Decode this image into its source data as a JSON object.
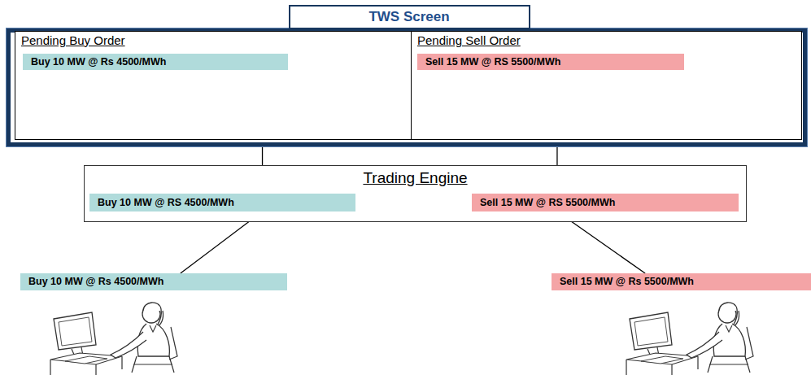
{
  "diagram": {
    "nodes": [
      {
        "text": [
          "TWS Screen"
        ]
      },
      {
        "text": [
          "Pending Buy Order"
        ],
        "in": 0
      },
      {
        "text": [
          "Buy 10 MW @ Rs 4500/MWh"
        ],
        "in": 1
      },
      {
        "text": [
          "Pending Sell Order"
        ],
        "in": 0
      },
      {
        "text": [
          "Sell 15 MW @ RS 5500/MWh"
        ],
        "in": 3
      },
      {
        "text": [
          "Trading Engine"
        ]
      },
      {
        "text": [
          "Buy 10 MW @ RS 4500/MWh"
        ],
        "in": 5
      },
      {
        "text": [
          "Sell 15 MW @ RS 5500/MWh"
        ],
        "in": 5
      },
      {
        "text": [
          "Buy 10 MW @ Rs 4500/MWh"
        ]
      },
      {
        "text": [
          "Sell 15 MW @ Rs 5500/MWh"
        ]
      }
    ],
    "edges": [
      {
        "from": 8,
        "to": 6,
        "arrow": "to"
      },
      {
        "from": 6,
        "to": 2,
        "arrow": "to"
      },
      {
        "from": 9,
        "to": 7,
        "arrow": "to"
      },
      {
        "from": 7,
        "to": 4,
        "arrow": "to"
      }
    ]
  }
}
